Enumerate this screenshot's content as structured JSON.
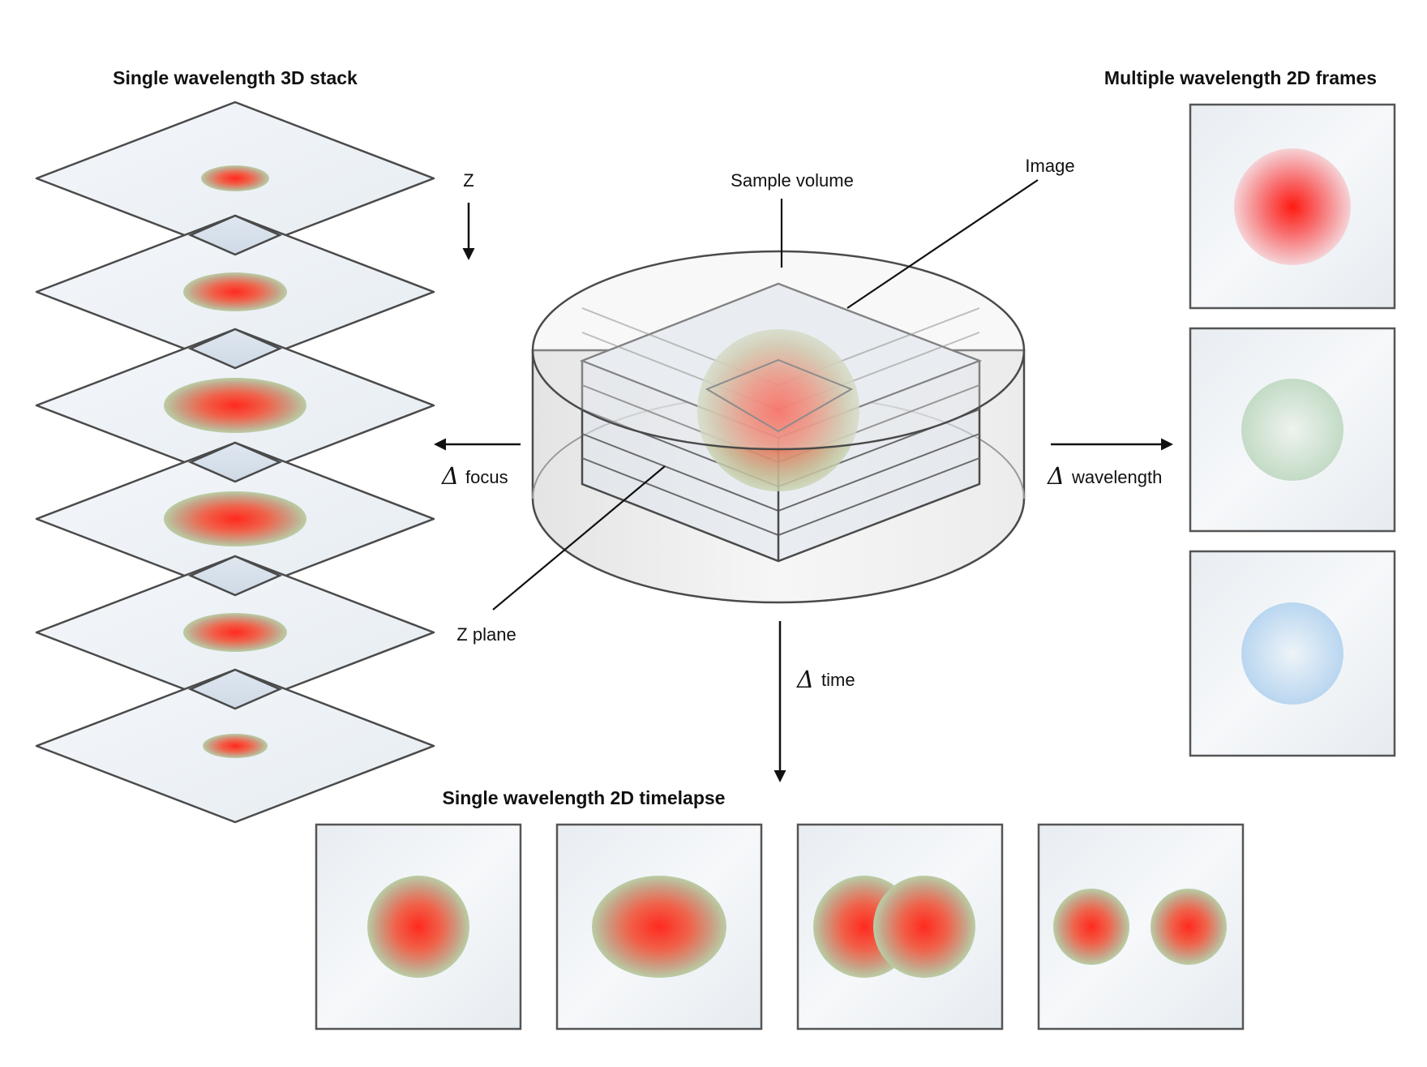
{
  "titles": {
    "stack": "Single wavelength 3D stack",
    "wavelength": "Multiple wavelength 2D frames",
    "timelapse": "Single wavelength 2D timelapse"
  },
  "labels": {
    "z": "Z",
    "sample_volume": "Sample volume",
    "image": "Image",
    "z_plane": "Z plane",
    "delta_symbol": "Δ",
    "focus": "focus",
    "wavelength": "wavelength",
    "time": "time"
  },
  "colors": {
    "signal_red": "#ff2a1f",
    "signal_green_rim": "#b9cda5",
    "green_channel": "#c6dcc8",
    "blue_channel": "#bcd8f0",
    "pane_fill": "#eef2f6",
    "stroke": "#4a4a4a"
  }
}
